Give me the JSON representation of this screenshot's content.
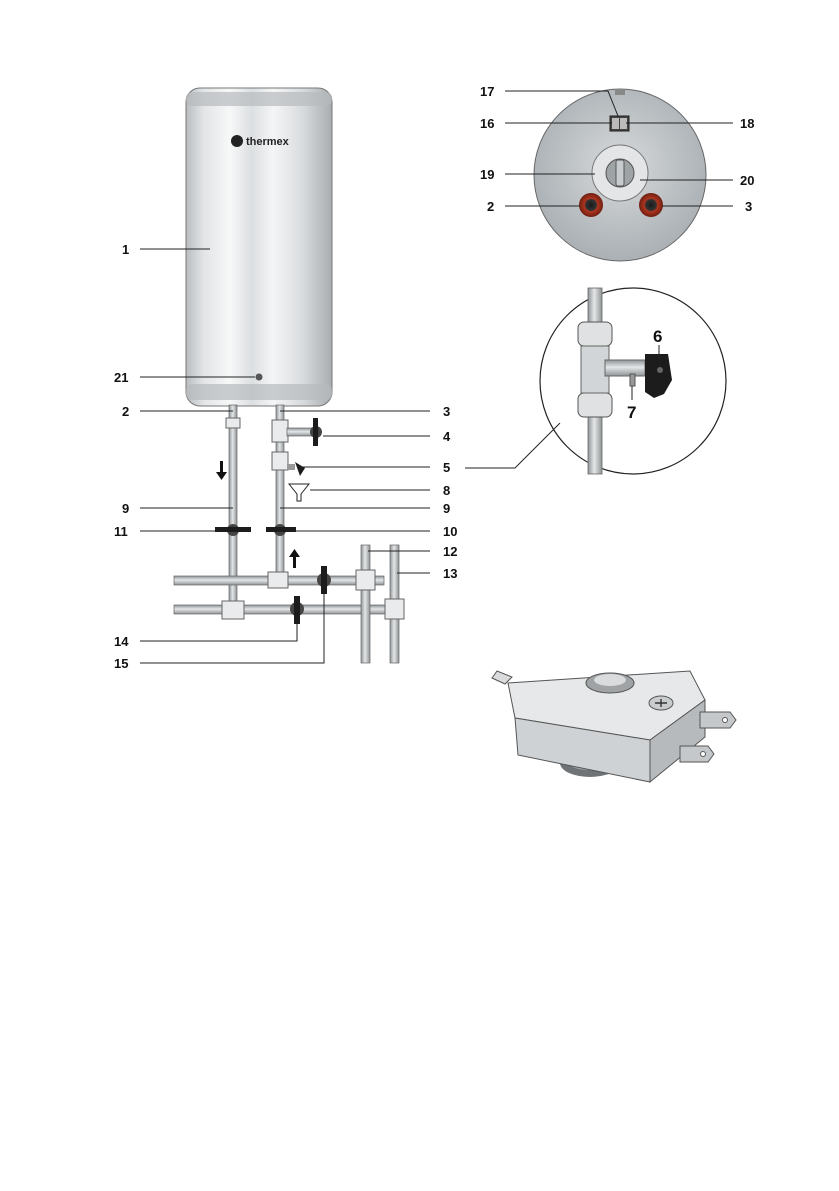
{
  "brand": {
    "logo_text": "thermex"
  },
  "main_view_labels": [
    {
      "id": "1",
      "text": "1"
    },
    {
      "id": "21",
      "text": "21"
    },
    {
      "id": "2",
      "text": "2"
    },
    {
      "id": "3",
      "text": "3"
    },
    {
      "id": "4",
      "text": "4"
    },
    {
      "id": "5",
      "text": "5"
    },
    {
      "id": "8",
      "text": "8"
    },
    {
      "id": "9-left",
      "text": "9"
    },
    {
      "id": "9-right",
      "text": "9"
    },
    {
      "id": "11",
      "text": "11"
    },
    {
      "id": "10",
      "text": "10"
    },
    {
      "id": "12",
      "text": "12"
    },
    {
      "id": "13",
      "text": "13"
    },
    {
      "id": "14",
      "text": "14"
    },
    {
      "id": "15",
      "text": "15"
    }
  ],
  "bottom_view_labels": [
    {
      "id": "17",
      "text": "17"
    },
    {
      "id": "16",
      "text": "16"
    },
    {
      "id": "18",
      "text": "18"
    },
    {
      "id": "19",
      "text": "19"
    },
    {
      "id": "20",
      "text": "20"
    },
    {
      "id": "2b",
      "text": "2"
    },
    {
      "id": "3b",
      "text": "3"
    }
  ],
  "detail_view_labels": [
    {
      "id": "6",
      "text": "6"
    },
    {
      "id": "7",
      "text": "7"
    }
  ],
  "colors": {
    "tank_light": "#f4f5f6",
    "tank_shade": "#c9cccf",
    "pipe": "#bfc3c6",
    "valve_handle": "#1c1c1c",
    "fitting_red": "#9a2a1a"
  }
}
